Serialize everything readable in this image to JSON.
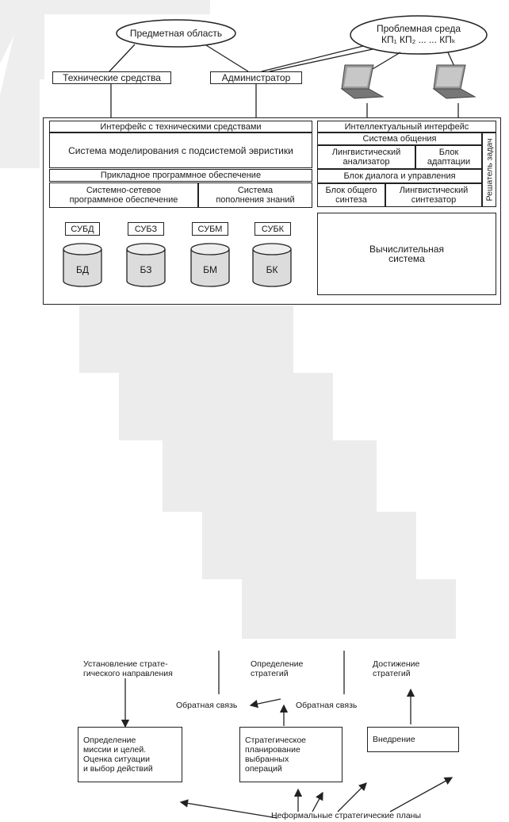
{
  "top": {
    "subject_area": "Предметная область",
    "problem_env_line1": "Проблемная среда",
    "problem_env_line2": "КП₁ КП₂ ... ... КПₖ",
    "tech_means": "Технические средства",
    "administrator": "Администратор",
    "iface_tech": "Интерфейс с техническими средствами",
    "modeling": "Система моделирования с подсистемой эвристики",
    "app_software": "Прикладное программное обеспечение",
    "sys_net_sw": "Системно-сетевое\nпрограммное обеспечение",
    "knowledge_fill": "Система\nпополнения знаний",
    "intel_iface": "Интеллектуальный интерфейс",
    "comm_system": "Система общения",
    "ling_analyzer": "Лингвистический\nанализатор",
    "adapt_block": "Блок\nадаптации",
    "task_solver": "Решатель задач",
    "dialog_block": "Блок диалога и управления",
    "synth_block": "Блок общего\nсинтеза",
    "ling_synth": "Лингвистический\nсинтезатор",
    "compute_system": "Вычислительная\nсистема",
    "dbms": [
      "СУБД",
      "СУБЗ",
      "СУБМ",
      "СУБК"
    ],
    "stores": [
      "БД",
      "БЗ",
      "БМ",
      "БК"
    ]
  },
  "bottom": {
    "col1_title": "Установление страте-\nгического направления",
    "col2_title": "Определение\nстратегий",
    "col3_title": "Достижение\nстратегий",
    "feedback_left": "Обратная связь",
    "feedback_right": "Обратная связь",
    "box1": "Определение\nмиссии и целей.\nОценка ситуации\nи выбор действий",
    "box2": "Стратегическое\nпланирование\nвыбранных\nопераций",
    "box3": "Внедрение",
    "informal_plans": "Неформальные стратегические планы"
  }
}
